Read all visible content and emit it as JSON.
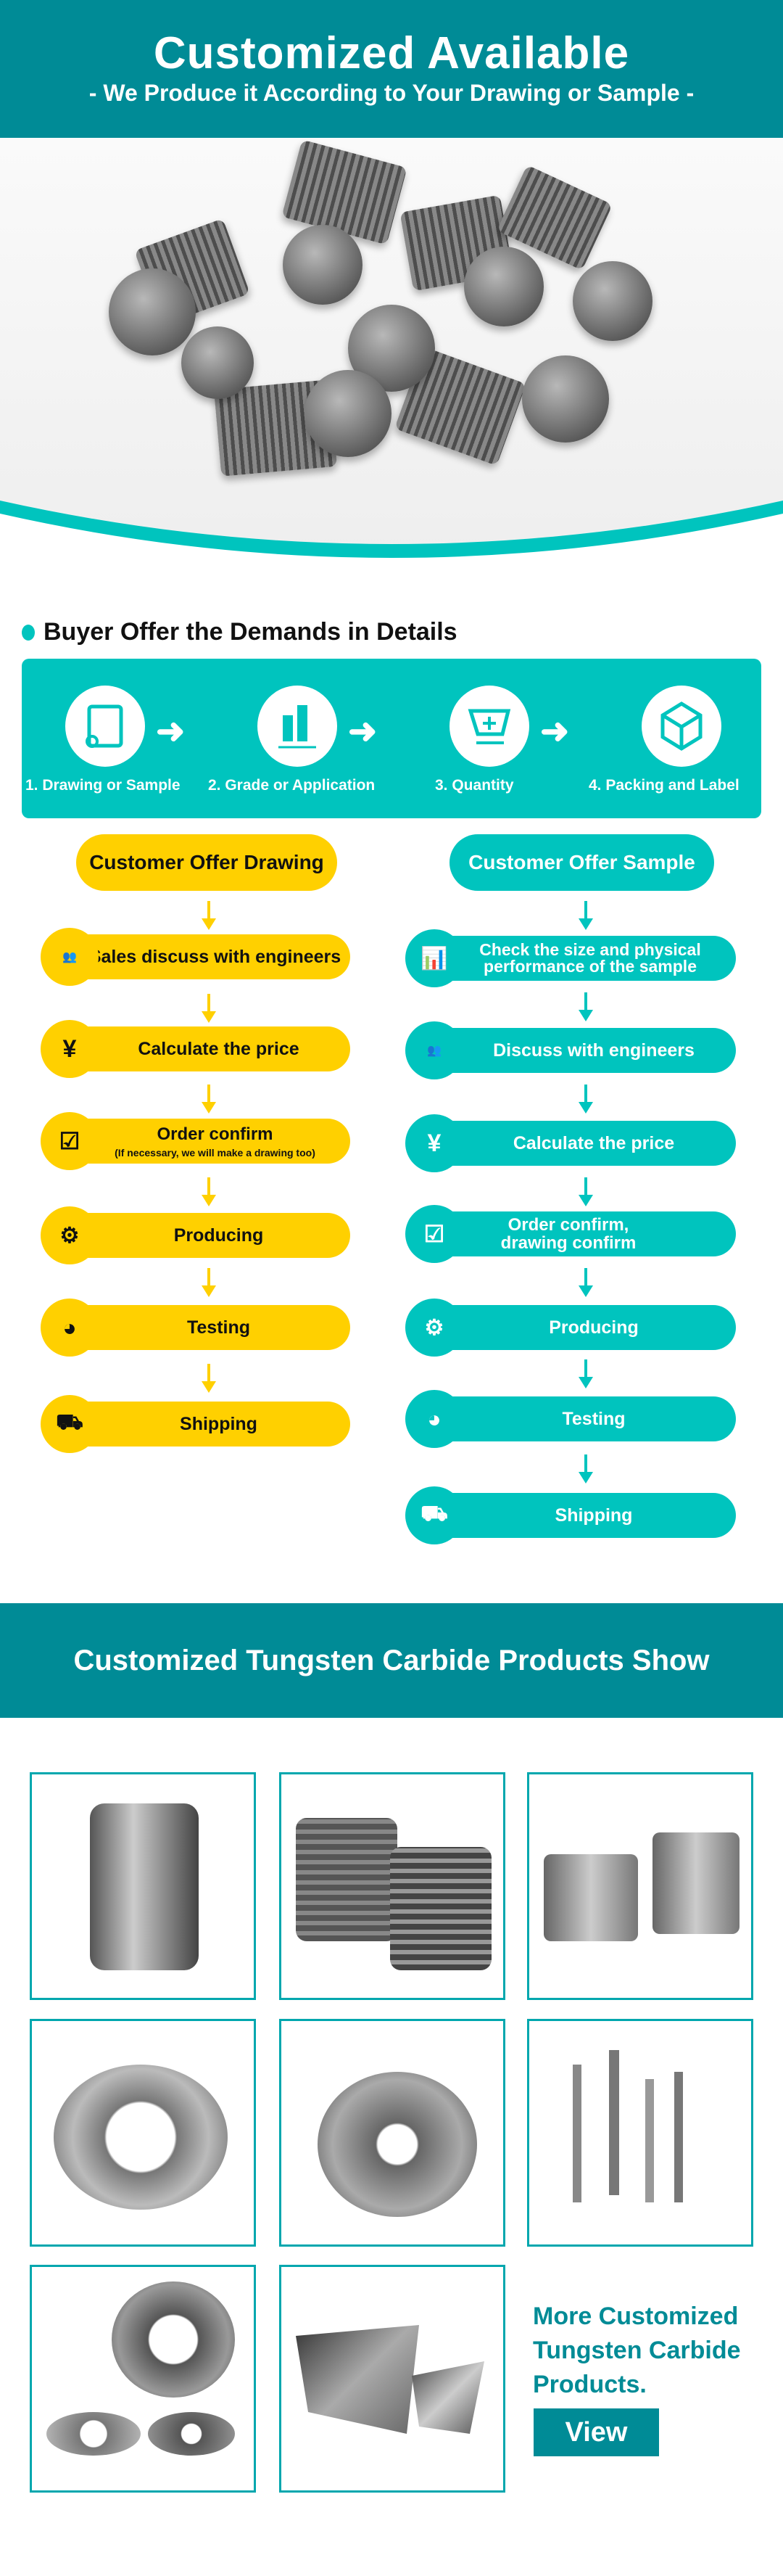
{
  "header": {
    "title": "Customized Available",
    "subtitle": "- We Produce it According to Your Drawing or Sample -"
  },
  "demands": {
    "heading": "Buyer Offer the Demands in Details",
    "steps": [
      {
        "label": "1. Drawing or Sample",
        "icon": "scroll-icon"
      },
      {
        "label": "2. Grade or Application",
        "icon": "bar-chart-icon"
      },
      {
        "label": "3. Quantity",
        "icon": "cart-icon"
      },
      {
        "label": "4. Packing and Label",
        "icon": "box-icon"
      }
    ]
  },
  "drawing_flow": {
    "title": "Customer Offer Drawing",
    "steps": [
      {
        "label": "Sales discuss with engineers",
        "icon": "users-icon"
      },
      {
        "label": "Calculate the price",
        "icon": "yen-icon"
      },
      {
        "label": "Order confirm",
        "note": "(If necessary, we will make a drawing too)",
        "icon": "checklist-icon"
      },
      {
        "label": "Producing",
        "icon": "robot-arm-icon"
      },
      {
        "label": "Testing",
        "icon": "gauge-icon"
      },
      {
        "label": "Shipping",
        "icon": "truck-icon"
      }
    ]
  },
  "sample_flow": {
    "title": "Customer Offer Sample",
    "steps": [
      {
        "label": "Check the size and physical performance of the sample",
        "icon": "monitor-chart-icon"
      },
      {
        "label": "Discuss with engineers",
        "icon": "users-icon"
      },
      {
        "label": "Calculate the price",
        "icon": "yen-icon"
      },
      {
        "label": "Order confirm, drawing confirm",
        "icon": "checklist-icon"
      },
      {
        "label": "Producing",
        "icon": "robot-arm-icon"
      },
      {
        "label": "Testing",
        "icon": "gauge-icon"
      },
      {
        "label": "Shipping",
        "icon": "truck-icon"
      }
    ]
  },
  "show": {
    "title": "Customized Tungsten Carbide Products Show",
    "more_text": "More Customized Tungsten Carbide Products.",
    "view_label": "View"
  },
  "colors": {
    "dark_teal": "#008B96",
    "teal": "#00C4BE",
    "yellow": "#FFD000"
  }
}
